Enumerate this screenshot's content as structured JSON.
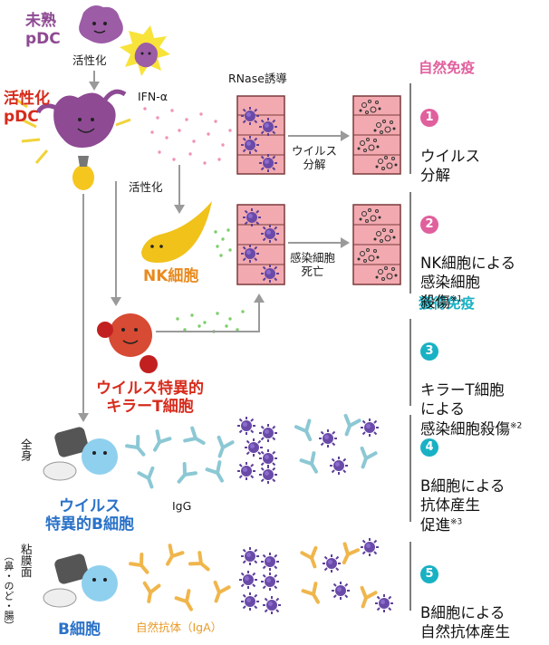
{
  "colors": {
    "innate": "#e0609d",
    "acquired": "#19b1c4",
    "pdc": "#8e4a93",
    "red": "#d62b1c",
    "nk": "#e88a1e",
    "bcell": "#2a72c8",
    "iga": "#e89a28",
    "cell": "#f2aab0",
    "virus": "#5d4099"
  },
  "left": {
    "immature_pdc": "未熟\npDC",
    "activation1": "活性化",
    "activated_pdc": "活性化\npDC",
    "ifn": "IFN-α",
    "activation2": "活性化",
    "nk_cell": "NK細胞",
    "killer_t": "ウイルス特異的\nキラーT細胞",
    "whole_body": "全身",
    "b_cell_specific": "ウイルス\n特異的B細胞",
    "igg": "IgG",
    "mucosa": "粘膜面",
    "mucosa_sub": "（鼻・のど・腸）",
    "b_cell": "B細胞",
    "natural_ab": "自然抗体（IgA）"
  },
  "middle": {
    "rnase": "RNase誘導",
    "virus_decomp": "ウイルス\n分解",
    "infected_death": "感染細胞\n死亡"
  },
  "right": {
    "innate_title": "自然免疫",
    "acquired_title": "獲得免疫",
    "items": [
      {
        "num": "1",
        "text": "ウイルス\n分解",
        "note": ""
      },
      {
        "num": "2",
        "text": "NK細胞による\n感染細胞\n殺傷",
        "note": "※1"
      },
      {
        "num": "3",
        "text": "キラーT細胞\nによる\n感染細胞殺傷",
        "note": "※2"
      },
      {
        "num": "4",
        "text": "B細胞による\n抗体産生\n促進",
        "note": "※3"
      },
      {
        "num": "5",
        "text": "B細胞による\n自然抗体産生",
        "note": ""
      }
    ]
  }
}
